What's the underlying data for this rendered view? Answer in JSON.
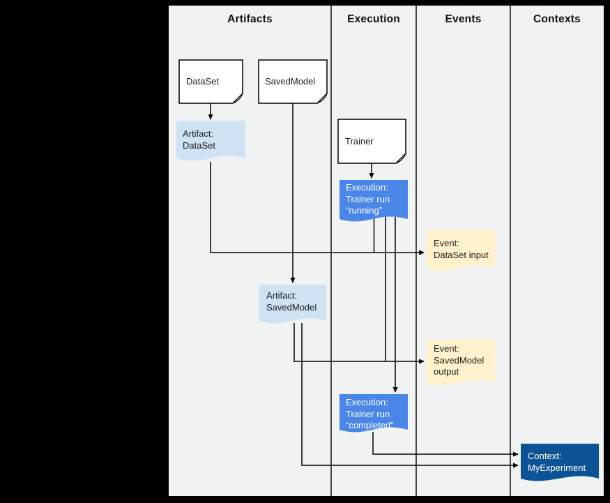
{
  "columns": [
    {
      "label": "Artifacts"
    },
    {
      "label": "Execution"
    },
    {
      "label": "Events"
    },
    {
      "label": "Contexts"
    }
  ],
  "nodes": {
    "dataset": {
      "label": "DataSet",
      "type": "source-document"
    },
    "savedmodel": {
      "label": "SavedModel",
      "type": "source-document"
    },
    "trainer": {
      "label": "Trainer",
      "type": "source-document"
    },
    "artifact_dataset": {
      "label": "Artifact:\nDataSet",
      "type": "artifact"
    },
    "artifact_savedmodel": {
      "label": "Artifact:\nSavedModel",
      "type": "artifact"
    },
    "execution_running": {
      "label": "Execution:\nTrainer run\n“running”",
      "type": "execution"
    },
    "execution_completed": {
      "label": "Execution:\nTrainer run\n“completed”",
      "type": "execution"
    },
    "event_dataset_input": {
      "label": "Event:\nDataSet input",
      "type": "event"
    },
    "event_savedmodel_output": {
      "label": "Event:\nSavedModel\noutput",
      "type": "event"
    },
    "context_myexperiment": {
      "label": "Context:\nMyExperiment",
      "type": "context"
    }
  },
  "colors": {
    "page_bg": "#000000",
    "canvas_bg": "#f1f2f2",
    "doc_fill": "#ffffff",
    "artifact_fill": "#cfe2f3",
    "execution_fill": "#4a86e8",
    "event_fill": "#fff2cc",
    "context_fill": "#0b5394",
    "line": "#000000"
  }
}
